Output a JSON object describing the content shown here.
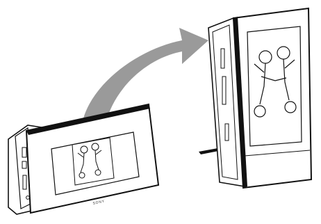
{
  "diagram": {
    "steps": [
      {
        "orientation": "landscape",
        "brand": "SONY"
      },
      {
        "orientation": "portrait",
        "brand": ""
      }
    ],
    "arrow": {
      "color": "#9a9a9a",
      "direction": "landscape-to-portrait"
    },
    "frame_color": "#1a1a1a",
    "photo_description_icon": "two-children-on-bicycles"
  }
}
